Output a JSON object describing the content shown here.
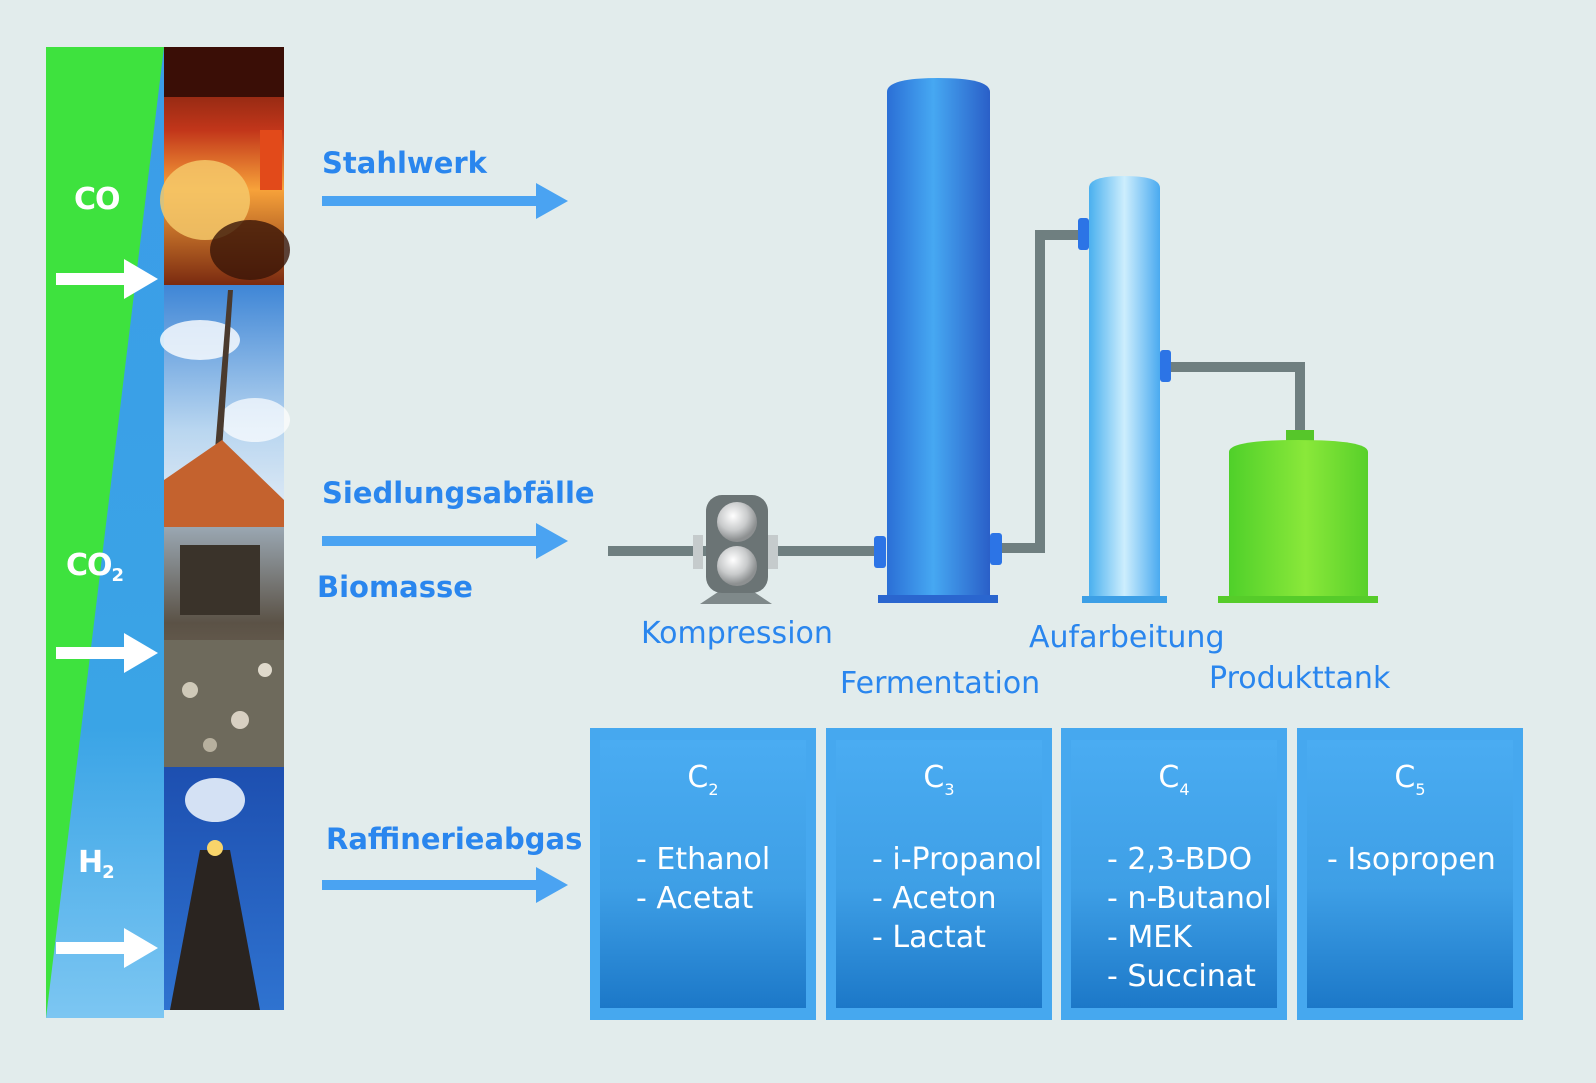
{
  "gases": [
    {
      "main": "CO",
      "sub": ""
    },
    {
      "main": "CO",
      "sub": "2"
    },
    {
      "main": "H",
      "sub": "2"
    }
  ],
  "sources": {
    "steel": "Stahlwerk",
    "waste": "Siedlungsabfälle",
    "biomass": "Biomasse",
    "refinery": "Raffinerieabgas"
  },
  "steps": {
    "compression": "Kompression",
    "fermentation": "Fermentation",
    "processing": "Aufarbeitung",
    "product_tank": "Produkttank"
  },
  "products": [
    {
      "head": "C",
      "sub": "2",
      "items": [
        "Ethanol",
        "Acetat"
      ]
    },
    {
      "head": "C",
      "sub": "3",
      "items": [
        "i-Propanol",
        "Aceton",
        "Lactat"
      ]
    },
    {
      "head": "C",
      "sub": "4",
      "items": [
        "2,3-BDO",
        "n-Butanol",
        "MEK",
        "Succinat"
      ]
    },
    {
      "head": "C",
      "sub": "5",
      "items": [
        "Isopropen"
      ]
    }
  ],
  "colors": {
    "accent_blue": "#2a86ee",
    "gas_green": "#3ee23e",
    "tank_green": "#66dd22",
    "pipe_grey": "#6f7f80"
  }
}
